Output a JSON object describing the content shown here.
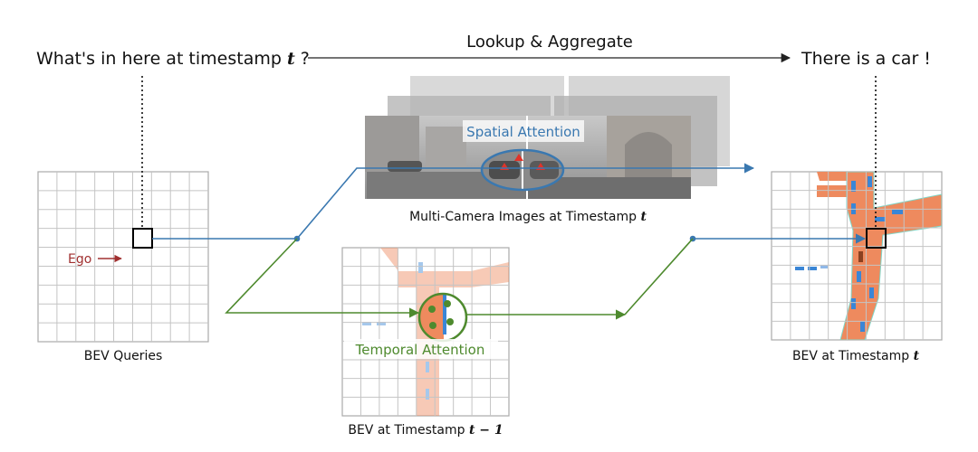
{
  "header": {
    "question": "What's in here at timestamp ",
    "question_var": "t",
    "question_end": " ?",
    "arrow_label": "Lookup & Aggregate",
    "answer": "There is a car !"
  },
  "bev_queries": {
    "caption": "BEV Queries",
    "ego_label": "Ego"
  },
  "cameras": {
    "caption": "Multi-Camera Images at Timestamp ",
    "caption_var": "t",
    "attention_label": "Spatial Attention"
  },
  "bev_prev": {
    "caption": "BEV at Timestamp ",
    "caption_var": "t − 1",
    "attention_label": "Temporal Attention"
  },
  "bev_current": {
    "caption": "BEV at Timestamp ",
    "caption_var": "t"
  },
  "colors": {
    "spatial": "#3a78b0",
    "temporal": "#4e8a2e",
    "ego": "#a03030",
    "road": "#ee8a5e",
    "lane_blue": "#3a86d6",
    "grid": "#bcbcbc"
  }
}
